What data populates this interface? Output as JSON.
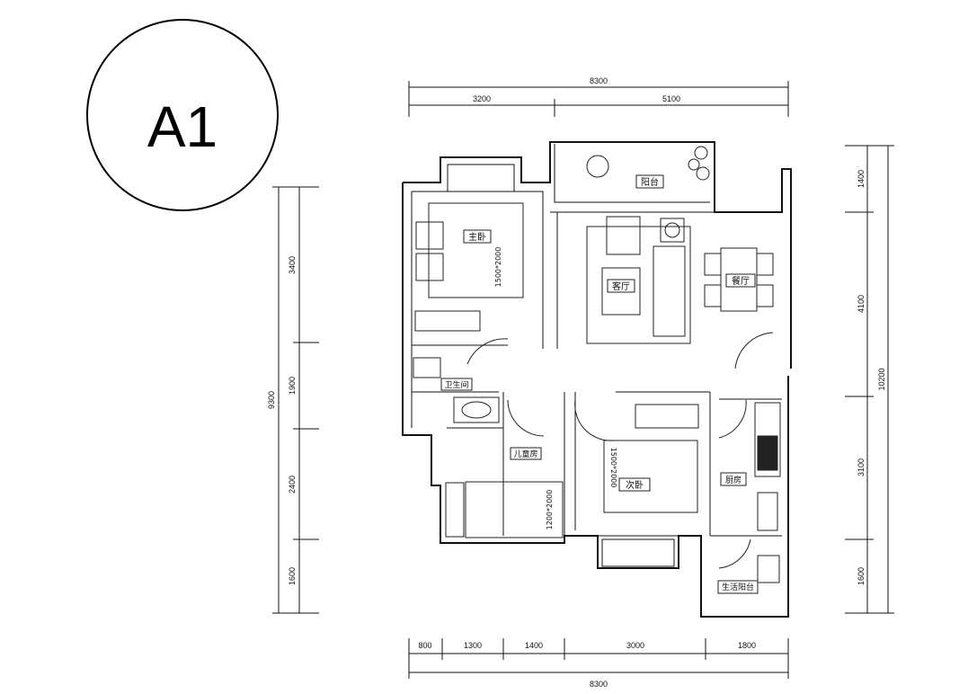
{
  "title": "A1",
  "dimensions": {
    "top_total": "8300",
    "top": [
      "3200",
      "5100"
    ],
    "bottom": [
      "800",
      "1300",
      "1400",
      "3000",
      "1800"
    ],
    "bottom_total": "8300",
    "left_total": "9300",
    "left": [
      "3400",
      "1900",
      "2400",
      "1600"
    ],
    "right_total": "10200",
    "right": [
      "1400",
      "4100",
      "3100",
      "1600"
    ]
  },
  "rooms": {
    "master_bedroom": "主卧",
    "master_bed_size": "1500*2000",
    "living_room": "客厅",
    "dining_room": "餐厅",
    "balcony": "阳台",
    "bathroom": "卫生间",
    "kids_room": "儿童房",
    "kids_bed_size": "1200*2000",
    "second_bedroom": "次卧",
    "second_bed_size": "1500*2000",
    "kitchen": "厨房",
    "utility_balcony": "生活阳台"
  }
}
